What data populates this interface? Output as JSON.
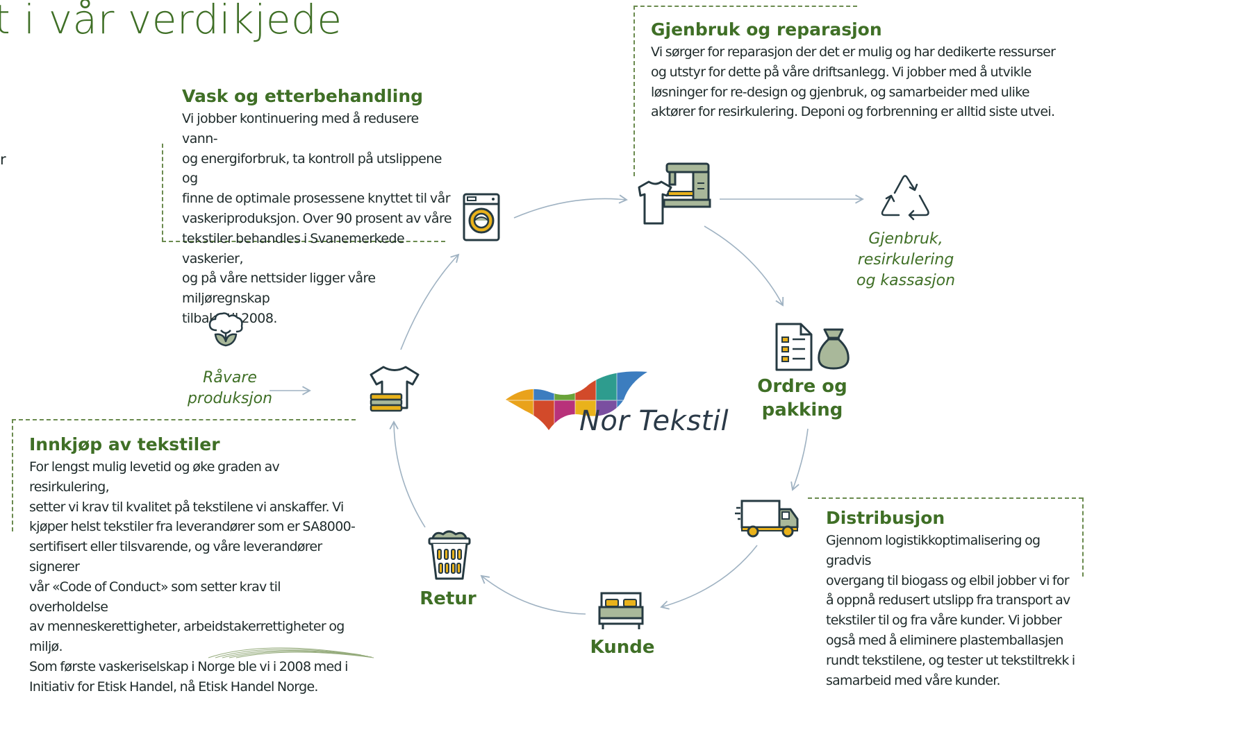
{
  "page": {
    "title": "t i vår verdikjede",
    "stray_char": "r"
  },
  "blocks": {
    "vask": {
      "title": "Vask og etterbehandling",
      "lines": [
        "Vi jobber kontinuering med å redusere vann-",
        "og energiforbruk, ta kontroll på utslippene og",
        "finne de optimale prosessene knyttet til vår",
        "vaskeriproduksjon. Over 90 prosent av våre",
        "tekstiler behandles i Svanemerkede vaskerier,",
        "og på våre nettsider ligger våre miljøregnskap",
        "tilbake til 2008."
      ]
    },
    "gjenbruk": {
      "title": "Gjenbruk og reparasjon",
      "lines": [
        "Vi sørger for reparasjon der det er mulig og har dedikerte ressurser",
        "og utstyr for dette på våre driftsanlegg. Vi jobber med å utvikle",
        "løsninger for re-design og gjenbruk, og samarbeider med ulike",
        "aktører for resirkulering. Deponi og forbrenning er alltid siste utvei."
      ]
    },
    "innkjop": {
      "title": "Innkjøp av tekstiler",
      "lines": [
        "For lengst mulig levetid og øke graden av resirkulering,",
        "setter vi krav til kvalitet på tekstilene vi anskaffer. Vi",
        "kjøper helst tekstiler fra leverandører som er SA8000-",
        "sertifisert eller tilsvarende, og våre leverandører signerer",
        "vår «Code of Conduct» som setter krav til overholdelse",
        "av menneskerettigheter, arbeidstakerrettigheter og miljø.",
        "Som første vaskeriselskap i Norge ble vi i 2008 med i",
        "Initiativ for Etisk Handel, nå Etisk Handel Norge."
      ]
    },
    "distribusjon": {
      "title": "Distribusjon",
      "lines": [
        "Gjennom logistikkoptimalisering og gradvis",
        "overgang til biogass og elbil jobber vi for",
        "å oppnå redusert utslipp fra transport av",
        "tekstiler til og fra våre kunder. Vi jobber",
        "også med å eliminere plastemballasjen",
        "rundt tekstilene, og tester ut tekstiltrekk i",
        "samarbeid med våre kunder."
      ]
    }
  },
  "nodes": {
    "ordre_line1": "Ordre og",
    "ordre_line2": "pakking",
    "kunde": "Kunde",
    "retur": "Retur",
    "gjenbruk_line1": "Gjenbruk,",
    "gjenbruk_line2": "resirkulering",
    "gjenbruk_line3": "og kassasjon",
    "ravare_line1": "Råvare",
    "ravare_line2": "produksjon"
  },
  "logo": {
    "text": "Nor Tekstil"
  },
  "icons": {
    "washing_machine": "washing-machine-icon",
    "sewing_machine": "sewing-machine-icon",
    "recycle": "recycle-icon",
    "order_list": "order-list-icon",
    "sack": "sack-icon",
    "truck": "truck-icon",
    "bed": "bed-icon",
    "laundry_basket": "laundry-basket-icon",
    "tshirt_stack": "tshirt-stack-icon",
    "cotton": "cotton-icon"
  },
  "colors": {
    "green_text": "#3f6f26",
    "dashed_line": "#6a8a4e",
    "icon_stroke": "#263a42",
    "icon_fill": "#a9b89a",
    "icon_yellow": "#e9b21b",
    "arrow": "#9fb2c2"
  }
}
